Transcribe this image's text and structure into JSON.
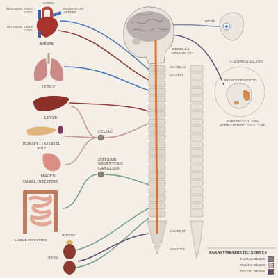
{
  "diagram": {
    "nodes": [
      {
        "text": [
          "HJERTE"
        ]
      },
      {
        "text": [
          "LUNGE"
        ]
      },
      {
        "text": [
          "LEVER"
        ]
      },
      {
        "text": [
          "BUKSPYTTKJERTEL MILT"
        ]
      },
      {
        "text": [
          "MAGEN"
        ]
      },
      {
        "text": [
          "CELIAC"
        ]
      },
      {
        "text": [
          "INFERIOR MESENTERIC GANGLION"
        ]
      },
      {
        "text": [
          "SMALL INTESTINE"
        ]
      }
    ],
    "edges": [
      {
        "from": 2,
        "to": 5,
        "arrow": "none"
      },
      {
        "from": 3,
        "to": 5,
        "arrow": "none"
      },
      {
        "from": 4,
        "to": 5,
        "arrow": "none"
      },
      {
        "from": 7,
        "to": 6,
        "arrow": "none"
      }
    ],
    "labels": [
      "SUPERIOR VENA CAVA",
      "AORTA",
      "PULMONARY ARTERY",
      "INFERIOR VENA CAVA",
      "LARGE INTESTINE",
      "BINYRE",
      "NYRE",
      "MEDULLA OBLONGATA",
      "C1 ATLAS",
      "C2 AXIS",
      "SACRUM",
      "COCCYX",
      "ØYNE",
      "LACRIMAL GLAND",
      "ØRESPYTTKJERTEL",
      "SUBLINGUAL AND SUBMANDIBULAR GLAND",
      "PARASYMPATHETIC NERVES"
    ],
    "legend": [
      {
        "text": "FACIALNERVE",
        "color": "#8a8090"
      },
      {
        "text": "VAGUS NERVE",
        "color": "#c8a8ab"
      },
      {
        "text": "PELVIC NERVE",
        "color": "#5e4e72"
      }
    ]
  }
}
